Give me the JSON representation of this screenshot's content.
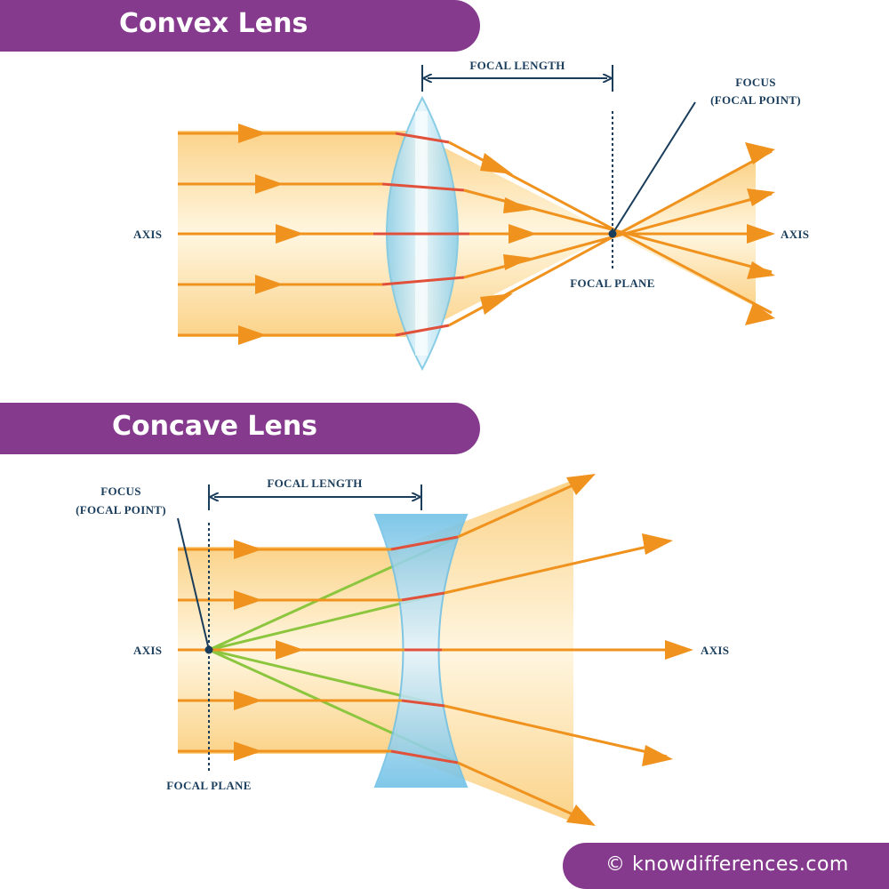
{
  "convex": {
    "title": "Convex Lens",
    "focal_length": "FOCAL LENGTH",
    "focus_line1": "FOCUS",
    "focus_line2": "(FOCAL POINT)",
    "axis_left": "AXIS",
    "axis_right": "AXIS",
    "focal_plane": "FOCAL PLANE"
  },
  "concave": {
    "title": "Concave Lens",
    "focal_length": "FOCAL LENGTH",
    "focus_line1": "FOCUS",
    "focus_line2": "(FOCAL POINT)",
    "axis_left": "AXIS",
    "axis_right": "AXIS",
    "focal_plane": "FOCAL PLANE"
  },
  "footer": {
    "credit": "© knowdifferences.com"
  },
  "colors": {
    "banner": "#853a8e",
    "ray": "#f0921e",
    "refracted_ray": "#e0503a",
    "virtual_ray": "#8cc63f",
    "lens": "#7ec8e3",
    "label": "#1a3d5c"
  }
}
